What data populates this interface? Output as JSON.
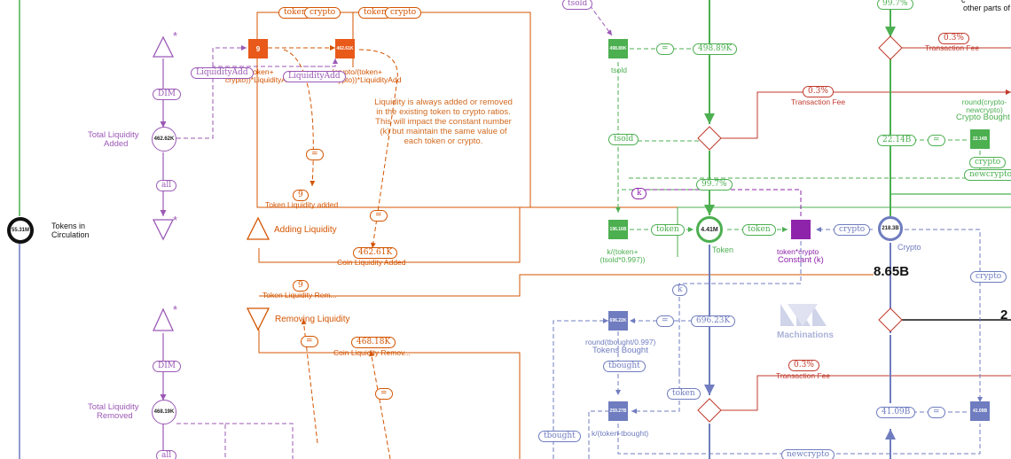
{
  "colors": {
    "orange": "#d35400",
    "orange_fill": "#e8591a",
    "purple": "#9b59b6",
    "green": "#4caf50",
    "blue": "#6f7cbf",
    "red": "#c0392b",
    "black": "#111111",
    "magenta": "#8e24aa"
  },
  "top_right_note": {
    "line1": "c",
    "line2": "other parts of"
  },
  "circulation": {
    "value": "55.31M",
    "label_line1": "Tokens in",
    "label_line2": "Circulation"
  },
  "liquidity_added": {
    "label_line1": "Total Liquidity",
    "label_line2": "Added",
    "value": "462.62K",
    "dim_label": "DIM",
    "all_label": "all",
    "token_value": "9",
    "coin_value": "462.61K",
    "token_pill": "token",
    "crypto_pill": "crypto",
    "liquidity_add_pill": "LiquidityAdd",
    "formula_token": "(token/(token+ crypto))*LiquidityAdd",
    "formula_crypto": "(crypto/(token+ crypto))*LiquidityAdd",
    "eq": "=",
    "token_added_value": "9",
    "token_added_label": "Token Liquidity added",
    "coin_added_value": "462.61K",
    "coin_added_label": "Coin Liquidity Added",
    "drain_label": "Adding Liquidity",
    "note": "Liquidity is always added or removed in the existing token to crypto ratios. This will impact the constant number (k) but maintain the same value of each token or crypto."
  },
  "liquidity_removed": {
    "label_line1": "Total Liquidity",
    "label_line2": "Removed",
    "value": "468.19K",
    "dim_label": "DIM",
    "all_label": "all",
    "token_removed_value": "9",
    "token_removed_label": "Token Liquidity Rem...",
    "coin_removed_value": "468.18K",
    "coin_removed_label": "Coin Liquidity Remov...",
    "drain_label": "Removing Liquidity",
    "eq": "="
  },
  "pool": {
    "tsold_pill": "tsold",
    "tsold_label": "tsold",
    "tsold_value": "498.89K",
    "tsold_node": "498.89K",
    "eq": "=",
    "tsold_pill_2": "tsold",
    "fee_pct": "0.3%",
    "fee_label": "Transaction Fee",
    "token_out_node": "196.16B",
    "token_out_formula": "k/(token+ (tsold*0.997))",
    "token_pill": "token",
    "token_pill_2": "token",
    "token_value": "4.41M",
    "token_label": "Token",
    "k_pill": "k",
    "k_value": "",
    "constant_formula": "token*crypto",
    "constant_label": "Constant (k)",
    "crypto_pill": "crypto",
    "crypto_value": "218.3B",
    "crypto_label": "Crypto",
    "green_pct": "99.7%",
    "green_pct_2": "99.7%",
    "big_value": "8.65B",
    "big_value_2": "2"
  },
  "crypto_bought": {
    "formula": "round(crypto- newcrypto)",
    "label": "Crypto Bought",
    "node": "22.14B",
    "out_value": "22.14B",
    "eq": "=",
    "crypto_pill": "crypto",
    "newcrypto_pill": "newcrypto"
  },
  "tokens_bought": {
    "node": "696.22K",
    "value": "696.23K",
    "eq": "=",
    "formula": "round(tbought/0.997)",
    "label": "Tokens Bought",
    "k_pill": "k",
    "tbought_pill": "tbought",
    "token_pill": "token",
    "tbought_pill_2": "tbought",
    "out_node": "259.27B",
    "out_formula": "k/(token-tbought)"
  },
  "crypto_sold": {
    "node": "41.09B",
    "out_value": "41.09B",
    "eq": "=",
    "fee_pct": "0.3%",
    "fee_label": "Transaction Fee",
    "crypto_pill": "crypto",
    "newcrypto_pill": "newcrypto"
  },
  "watermark": {
    "label": "Machinations"
  }
}
